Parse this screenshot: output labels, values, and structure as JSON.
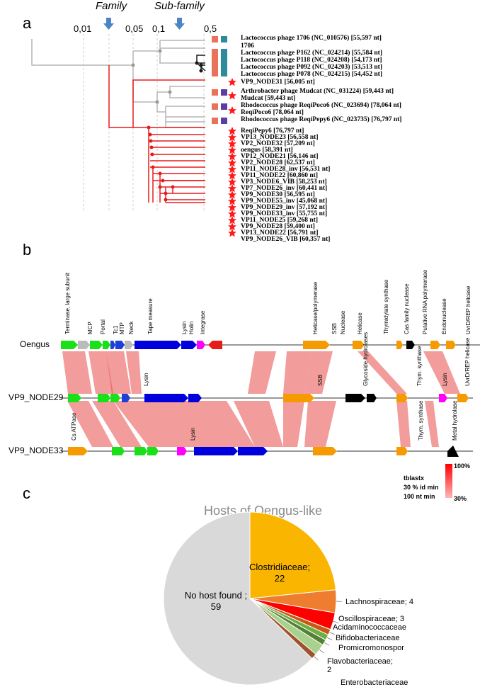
{
  "panel_a": {
    "label": "a",
    "family_header": "Family",
    "subfamily_header": "Sub-family",
    "scale_ticks": [
      "0,01",
      "0,05",
      "0,1",
      "0,5"
    ],
    "leaves": [
      "Lactococcus phage 1706 (NC_010576) [55,597 nt]",
      "1706",
      "Lactococcus phage P162 (NC_024214) [55,584 nt]",
      "Lactococcus phage P118 (NC_024208) [54,173 nt]",
      "Lactococcus phage P092 (NC_024203) [53,513 nt]",
      "Lactococcus phage P078 (NC_024215) [54,452 nt]",
      "VP9_NODE31 [56,005 nt]",
      "Arthrobacter phage Mudcat (NC_031224) [59,443 nt]",
      "Mudcat [59,443 nt]",
      "Rhodococcus phage ReqiPoco6 (NC_023694) [78,064 nt]",
      "ReqiPoco6 [78,064 nt]",
      "Rhodococcus phage ReqiPepy6 (NC_023735) [76,797 nt]",
      "ReqiPepy6 [76,797 nt]",
      "VP13_NODE23 [56,558 nt]",
      "VP2_NODE32 [57,209 nt]",
      "oengus [58,391 nt]",
      "VP12_NODE21 [56,146 nt]",
      "VP2_NODE28 [62,537 nt]",
      "VP11_NODE28_inv [56,531 nt]",
      "VP11_NODE22 [60,860 nt]",
      "VP3_NODE6_VIB [58,253 nt]",
      "VP7_NODE26_inv [60,441 nt]",
      "VP9_NODE30 [56,595 nt]",
      "VP9_NODE55_inv [45,068 nt]",
      "VP9_NODE29_inv [57,192 nt]",
      "VP9_NODE33_inv [55,755 nt]",
      "VP11_NODE25 [59,268 nt]",
      "VP9_NODE28 [59,400 nt]",
      "VP13_NODE22 [56,791 nt]",
      "VP9_NODE26_VIB [60,357 nt]"
    ],
    "colors": {
      "orange_box": "#e8735a",
      "teal_box": "#2e8b99",
      "purple_box": "#5b3fa0",
      "red_branch": "#e81b1b",
      "grey_branch": "#b5b5b5",
      "black_branch": "#1a1a1a"
    }
  },
  "panel_b": {
    "label": "b",
    "genomes": [
      "Oengus",
      "VP9_NODE29",
      "VP9_NODE33"
    ],
    "oengus_genes": [
      "Terminase, large subunit",
      "MCP",
      "Portal",
      "Tc1",
      "MTP",
      "Neck",
      "Tape measure",
      "Lysin",
      "Holin",
      "Integrase",
      "Helicase/polymerase",
      "SSB",
      "Nuclease",
      "Helicase",
      "Thymidylate synthase",
      "Cas family nuclease",
      "Putative RNA polymerase",
      "Endonuclease",
      "UvrD/REP helicase"
    ],
    "node29_genes": [
      "Lysin",
      "SSB",
      "Glycoside hydrolases",
      "Thym. synthase",
      "Lysin",
      "UvrD/REP helicase"
    ],
    "node33_genes": [
      "Cs ATPase",
      "Lysin",
      "Thym. synthase",
      "Metal hydrolase"
    ],
    "legend": {
      "method": "tblastx",
      "id_min": "30 % id min",
      "nt_min": "100 nt min",
      "max": "100%",
      "min": "30%"
    }
  },
  "panel_c": {
    "label": "c",
    "chart_data": {
      "type": "pie",
      "title": "Hosts of Oengus-like",
      "slices": [
        {
          "name": "Clostridiaceae",
          "value": 22,
          "label": "Clostridiaceae;\n22",
          "color": "#f9b500"
        },
        {
          "name": "Lachnospiraceae",
          "value": 4,
          "label": "Lachnospiraceae; 4",
          "color": "#ef7d30"
        },
        {
          "name": "Oscillospiraceae",
          "value": 3,
          "label": "Oscillospiraceae; 3",
          "color": "#ff0000"
        },
        {
          "name": "Acidaminococcaceae",
          "value": 1,
          "label": "Acidaminococcaceae",
          "color": "#c55a11"
        },
        {
          "name": "Bifidobacteriaceae",
          "value": 1,
          "label": "Bifidobacteriaceae",
          "color": "#70ad47"
        },
        {
          "name": "Promicromonospor",
          "value": 1,
          "label": "Promicromonospor",
          "color": "#548235"
        },
        {
          "name": "Flavobacteriaceae",
          "value": 2,
          "label": "Flavobacteriaceae;\n2",
          "color": "#a9d18e"
        },
        {
          "name": "Enterobacteriaceae",
          "value": 1,
          "label": "Enterobacteriaceae",
          "color": "#a0522d"
        },
        {
          "name": "No host found",
          "value": 59,
          "label": "No host found ;\n59",
          "color": "#d9d9d9"
        }
      ]
    }
  }
}
